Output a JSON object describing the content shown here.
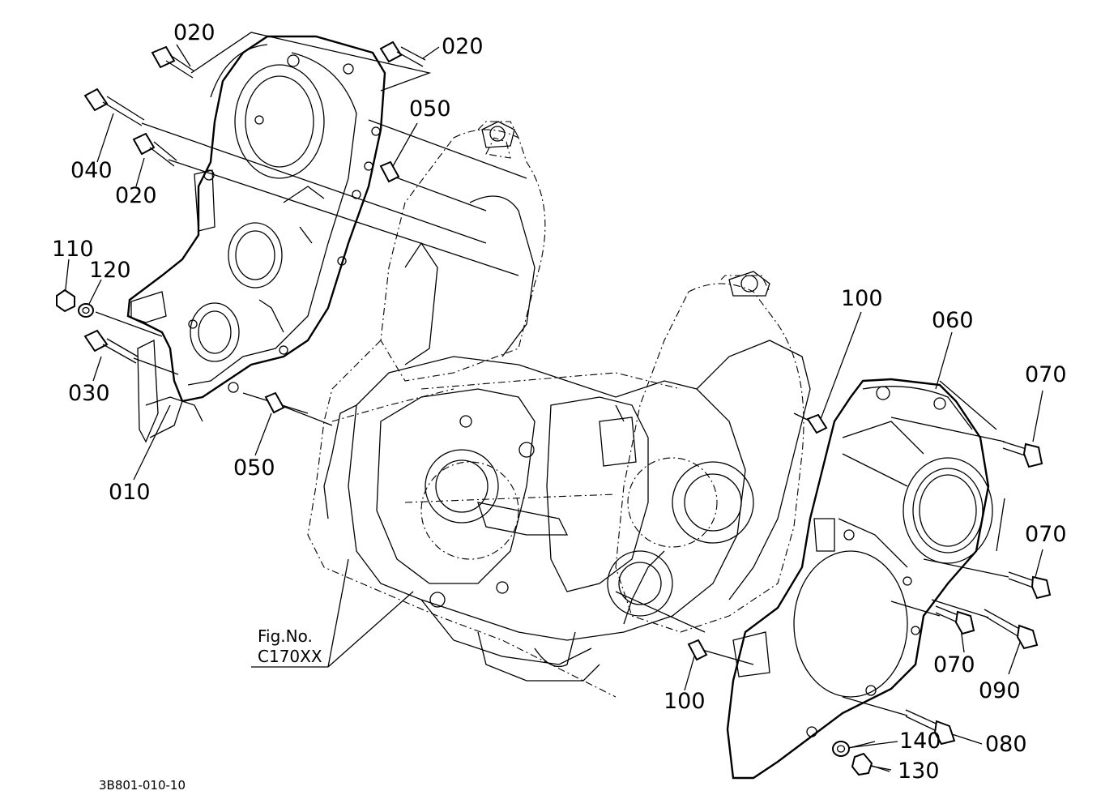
{
  "callouts": [
    {
      "id": "c020a",
      "text": "020"
    },
    {
      "id": "c020b",
      "text": "020"
    },
    {
      "id": "c020c",
      "text": "020"
    },
    {
      "id": "c040",
      "text": "040"
    },
    {
      "id": "c050a",
      "text": "050"
    },
    {
      "id": "c050b",
      "text": "050"
    },
    {
      "id": "c110",
      "text": "110"
    },
    {
      "id": "c120",
      "text": "120"
    },
    {
      "id": "c030",
      "text": "030"
    },
    {
      "id": "c010",
      "text": "010"
    },
    {
      "id": "c100a",
      "text": "100"
    },
    {
      "id": "c100b",
      "text": "100"
    },
    {
      "id": "c060",
      "text": "060"
    },
    {
      "id": "c070a",
      "text": "070"
    },
    {
      "id": "c070b",
      "text": "070"
    },
    {
      "id": "c070c",
      "text": "070"
    },
    {
      "id": "c090",
      "text": "090"
    },
    {
      "id": "c080",
      "text": "080"
    },
    {
      "id": "c140",
      "text": "140"
    },
    {
      "id": "c130",
      "text": "130"
    }
  ],
  "fig_ref": {
    "line1": "Fig.No.",
    "line2": "C170XX"
  },
  "diagram_code": "3B801-010-10"
}
